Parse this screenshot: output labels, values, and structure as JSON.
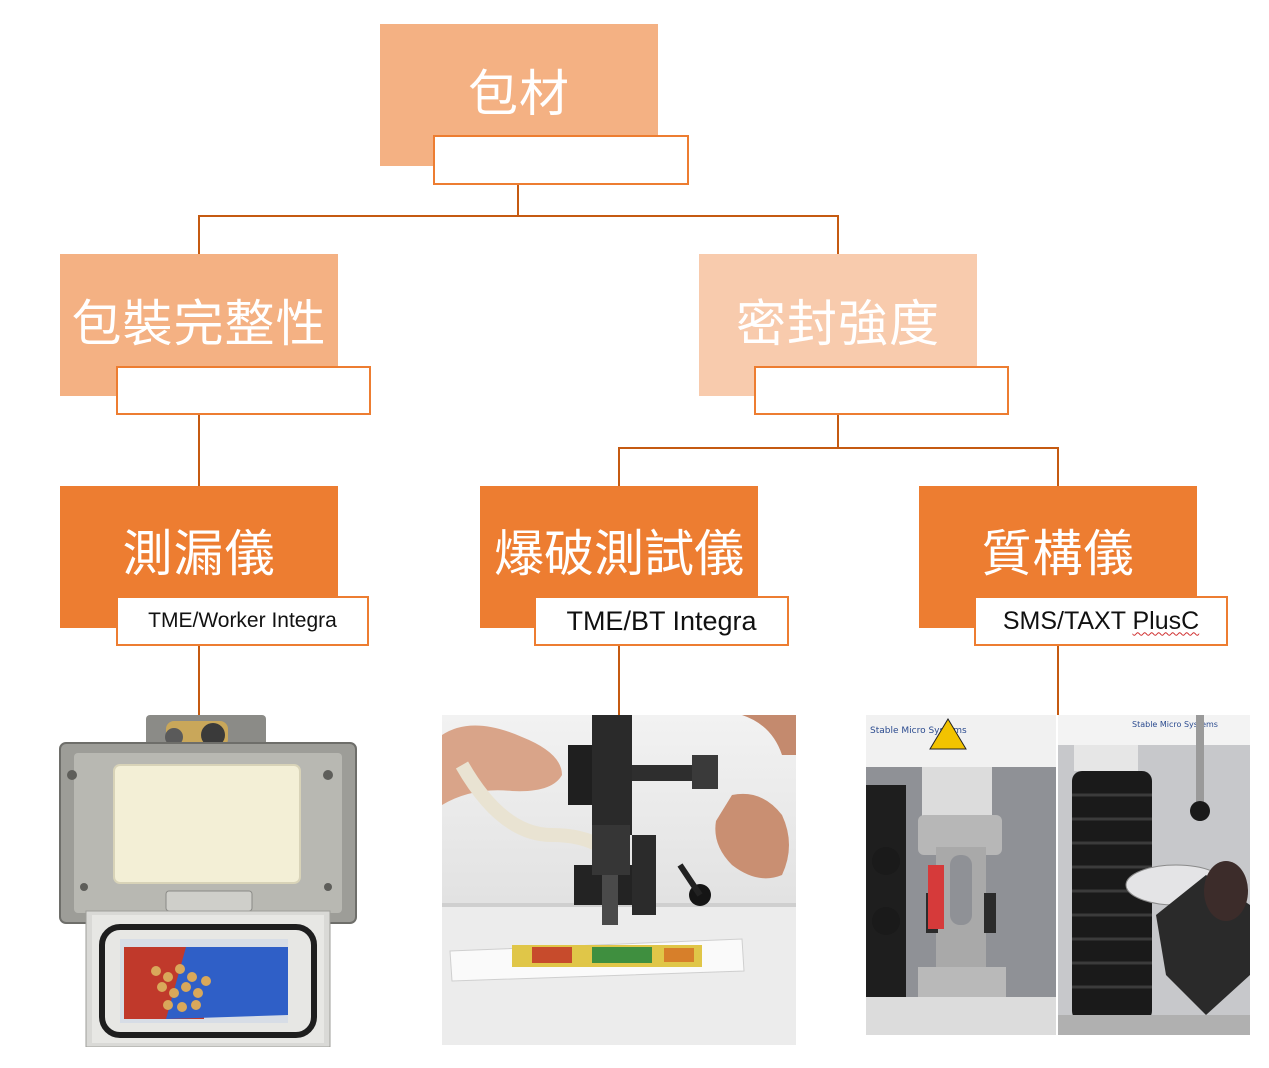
{
  "root": {
    "title": "包材",
    "subtitle": ""
  },
  "level2": [
    {
      "title": "包裝完整性",
      "subtitle": ""
    },
    {
      "title": "密封強度",
      "subtitle": ""
    }
  ],
  "level3": [
    {
      "title": "測漏儀",
      "subtitle": "TME/Worker Integra"
    },
    {
      "title": "爆破測試儀",
      "subtitle": "TME/BT Integra"
    },
    {
      "title": "質構儀",
      "subtitle_main": "SMS/TAXT ",
      "subtitle_flag": "PlusC"
    }
  ],
  "photos": [
    {
      "label_top": ""
    },
    {
      "label_top": ""
    },
    {
      "label_left": "Stable Micro Systems",
      "label_right": "Stable Micro Systems"
    }
  ],
  "colors": {
    "root_fill": "#f4b183",
    "integrity_fill": "#f4b183",
    "seal_fill": "#f8cbad",
    "device_fill": "#ed7d31",
    "connector": "#c55a11",
    "sub_border": "#ed7d31"
  }
}
